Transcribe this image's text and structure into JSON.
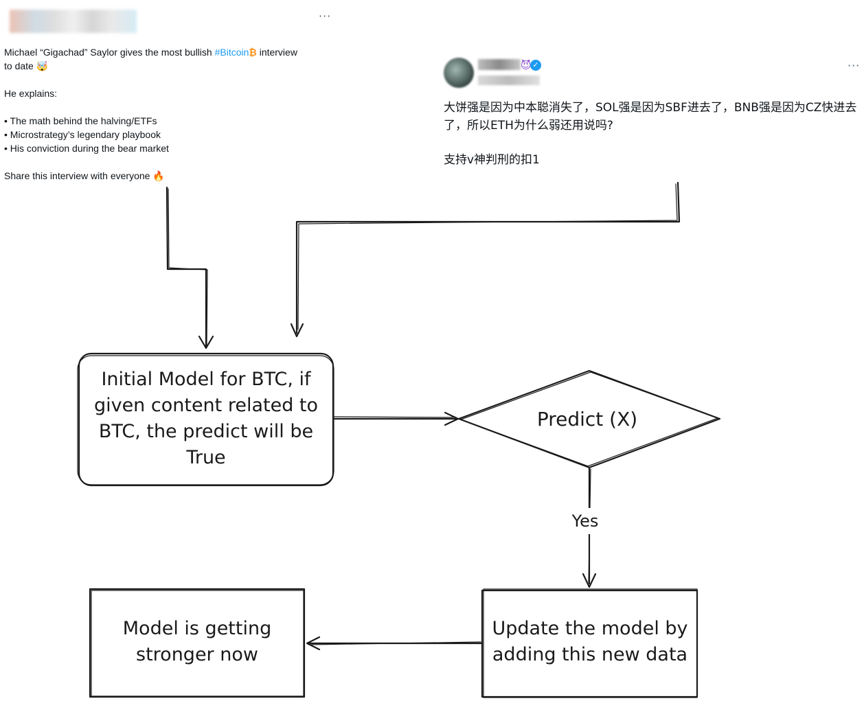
{
  "tweet1": {
    "line1_pre": "Michael “Gigachad” Saylor gives the most bullish ",
    "hashtag": "#Bitcoin",
    "btc_icon": "₿",
    "line1_post": " interview",
    "line2": "to date 🤯",
    "explains": "He explains:",
    "bullets": [
      "• The math behind the halving/ETFs",
      "• Microstrategy’s legendary playbook",
      "• His conviction during the bear market"
    ],
    "share": "Share this interview with everyone 🔥",
    "more": "···"
  },
  "tweet2": {
    "badge_emoji": "😈",
    "verified_glyph": "✓",
    "text1": "大饼强是因为中本聪消失了，SOL强是因为SBF进去了，BNB强是因为CZ快进去了，所以ETH为什么弱还用说吗?",
    "text2": "支持v神判刑的扣1",
    "more": "···"
  },
  "diagram": {
    "initial_node": "Initial Model for BTC, if given content related to BTC, the predict will be True",
    "predict_node": "Predict (X)",
    "yes_label": "Yes",
    "update_node": "Update the model by adding this new data",
    "model_node": "Model is getting stronger now"
  }
}
